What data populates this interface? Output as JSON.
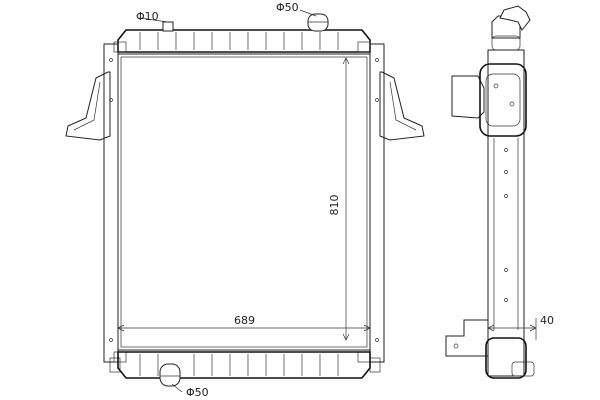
{
  "drawing": {
    "labels": {
      "phi_top_left": "Φ10",
      "phi_top_right": "Φ50",
      "height": "810",
      "width": "689",
      "phi_bottom": "Φ50",
      "side_depth": "40"
    },
    "colors": {
      "line": "#222222",
      "background": "#ffffff"
    }
  }
}
